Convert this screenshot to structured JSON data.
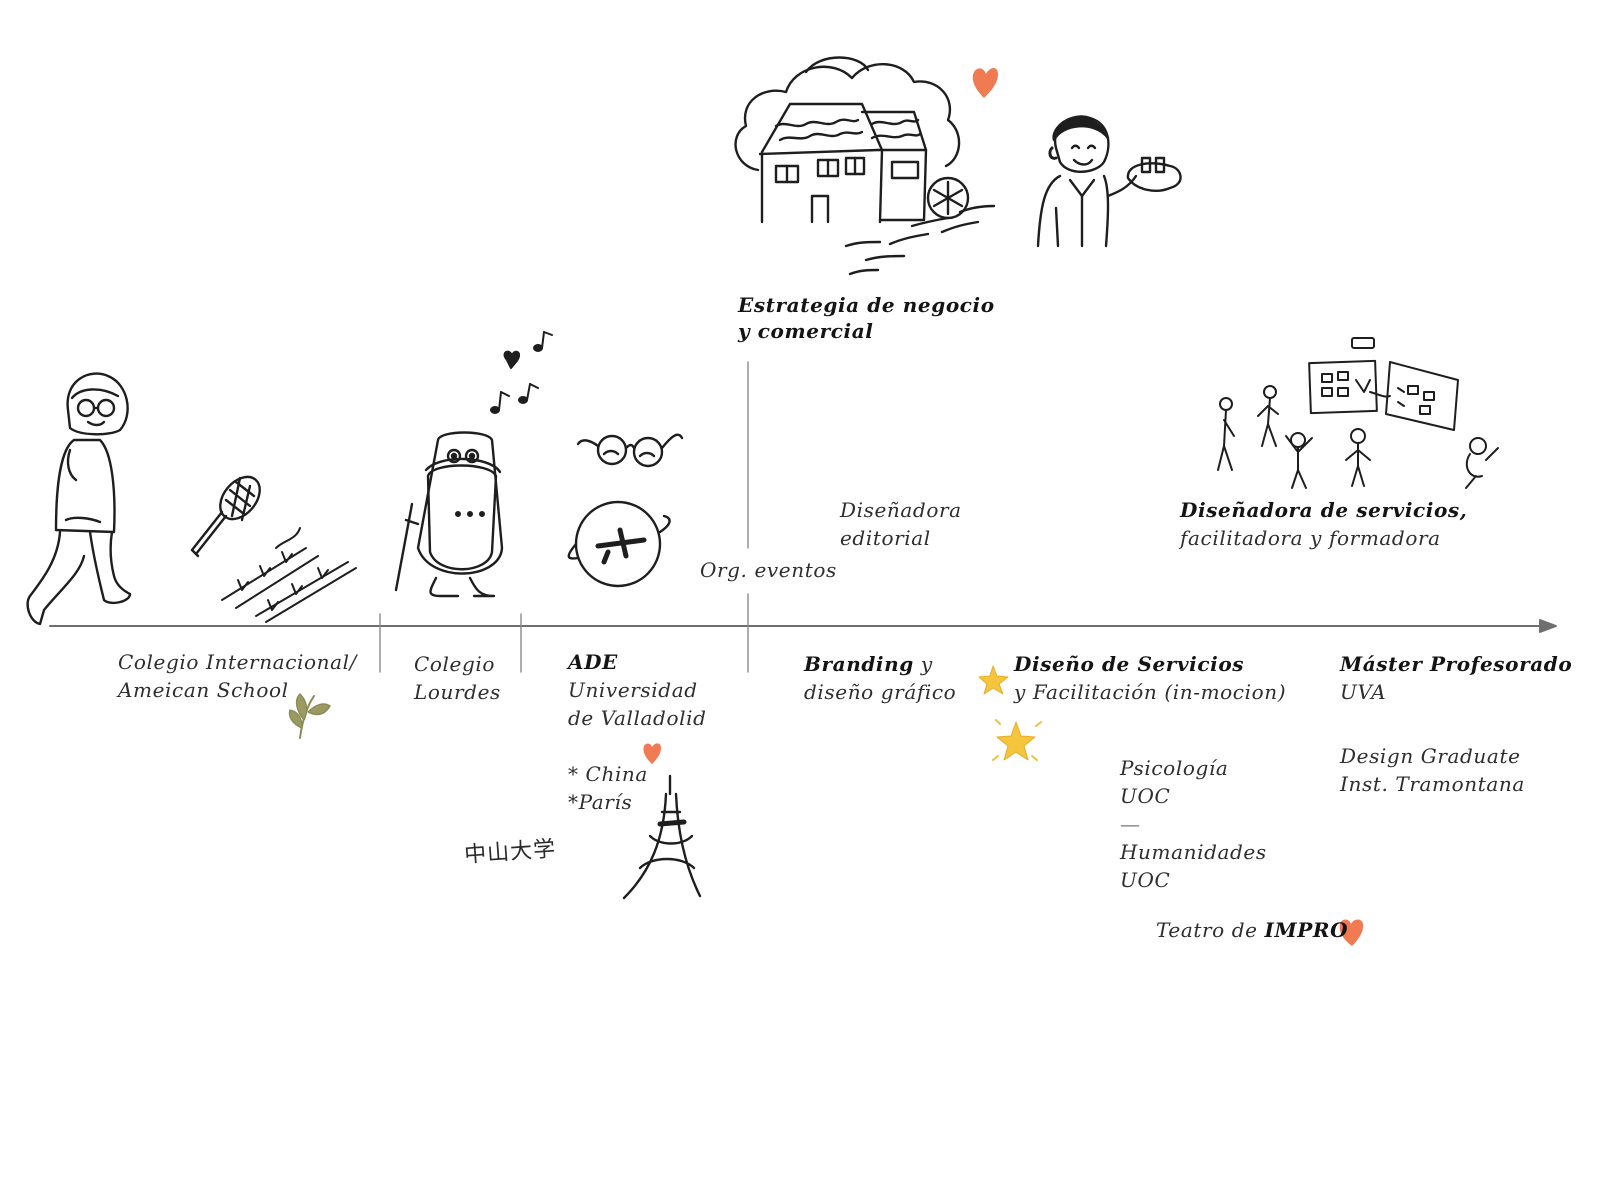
{
  "colors": {
    "ink": "#1e1e1e",
    "axis": "#6f6f6f",
    "heart": "#f07a52",
    "star": "#f5c53d",
    "leaf": "#8a8a55"
  },
  "icons": [
    "girl-walking-icon",
    "tennis-racket-icon",
    "plants-icon",
    "shield-icon",
    "music-notes-icon",
    "glasses-icon",
    "globe-plane-icon",
    "eiffel-tower-icon",
    "house-icon",
    "waiter-icon",
    "workshop-icon",
    "heart-icon",
    "star-icon",
    "leaf-icon"
  ],
  "timeline": {
    "colegio_internacional": [
      "Colegio Internacional/",
      "Ameican School"
    ],
    "colegio_lourdes": [
      "Colegio",
      "Lourdes"
    ],
    "ade": {
      "title": "ADE",
      "lines": [
        "Universidad",
        "de Valladolid"
      ],
      "extras": [
        "* China",
        "*París"
      ],
      "chinese": "中山大学"
    },
    "org_eventos": "Org. eventos",
    "estrategia": [
      "Estrategia de negocio",
      "y comercial"
    ],
    "disenadora_editorial": [
      "Diseñadora",
      "editorial"
    ],
    "branding": {
      "bold": "Branding",
      "rest": " y",
      "line2": "diseño gráfico"
    },
    "diseno_servicios": {
      "title": "Diseño de Servicios",
      "line2": "y Facilitación (in-mocion)"
    },
    "disenadora_servicios": {
      "title": "Diseñadora de servicios,",
      "line2": "facilitadora y formadora"
    },
    "psicologia": [
      "Psicología",
      "UOC"
    ],
    "separator": "—",
    "humanidades": [
      "Humanidades",
      "UOC"
    ],
    "teatro": {
      "prefix": "Teatro de ",
      "bold": "IMPRO"
    },
    "master": {
      "title": "Máster Profesorado",
      "line2": "UVA"
    },
    "design_graduate": [
      "Design Graduate",
      "Inst. Tramontana"
    ]
  }
}
